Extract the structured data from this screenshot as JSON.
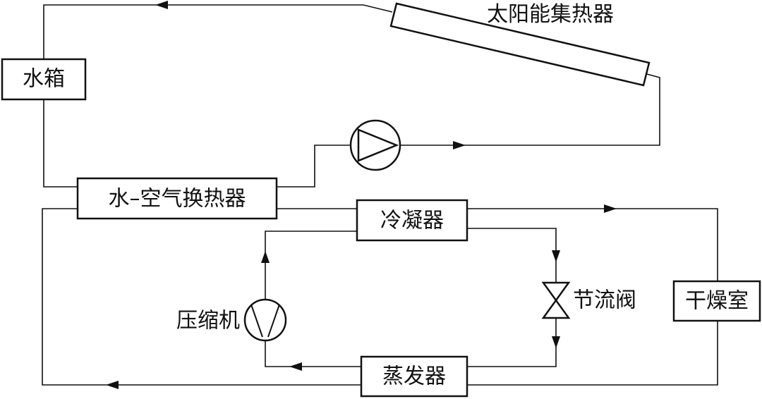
{
  "components": {
    "water_tank": "水箱",
    "solar_collector": "太阳能集热器",
    "water_air_hx": "水–空气换热器",
    "condenser": "冷凝器",
    "throttle_valve": "节流阀",
    "drying_room": "干燥室",
    "compressor": "压缩机",
    "evaporator": "蒸发器"
  },
  "colors": {
    "line": "#111111",
    "background": "#ffffff"
  },
  "icons": [
    "pump-icon",
    "compressor-icon",
    "throttle-valve-icon"
  ]
}
